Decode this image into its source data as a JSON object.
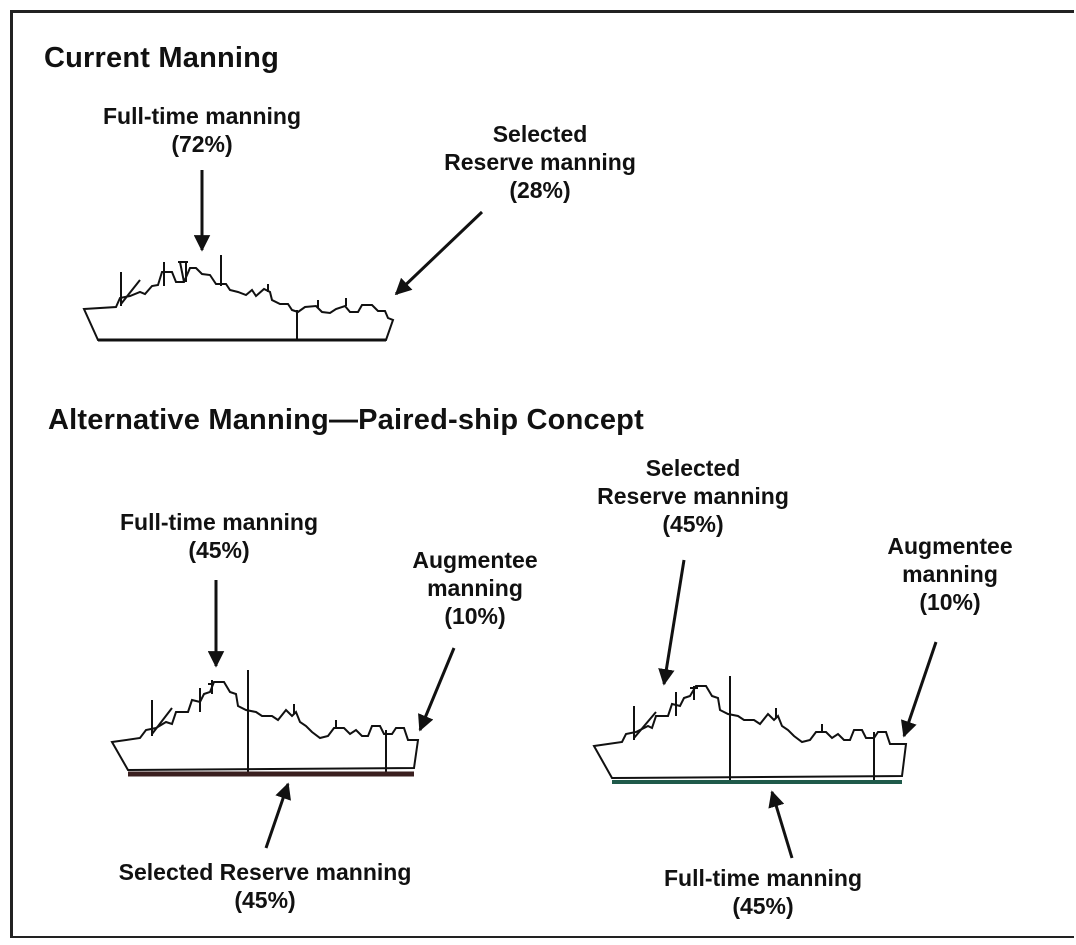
{
  "sections": {
    "current": {
      "title": "Current Manning",
      "full_time": {
        "line1": "Full-time manning",
        "line2": "(72%)"
      },
      "reserve": {
        "line1": "Selected",
        "line2": "Reserve manning",
        "line3": "(28%)"
      }
    },
    "alternative": {
      "title": "Alternative Manning—Paired-ship Concept",
      "ship_a": {
        "full_time": {
          "line1": "Full-time manning",
          "line2": "(45%)"
        },
        "augmentee": {
          "line1": "Augmentee",
          "line2": "manning",
          "line3": "(10%)"
        },
        "reserve": {
          "line1": "Selected Reserve manning",
          "line2": "(45%)"
        }
      },
      "ship_b": {
        "reserve": {
          "line1": "Selected",
          "line2": "Reserve manning",
          "line3": "(45%)"
        },
        "augmentee": {
          "line1": "Augmentee",
          "line2": "manning",
          "line3": "(10%)"
        },
        "full_time": {
          "line1": "Full-time manning",
          "line2": "(45%)"
        }
      }
    }
  },
  "colors": {
    "ink": "#111111",
    "ship_b_waterline": "#1f5a4a",
    "ship_a_waterline": "#3a1f1f"
  },
  "icons": [
    "ship-silhouette-icon",
    "arrow-icon"
  ]
}
